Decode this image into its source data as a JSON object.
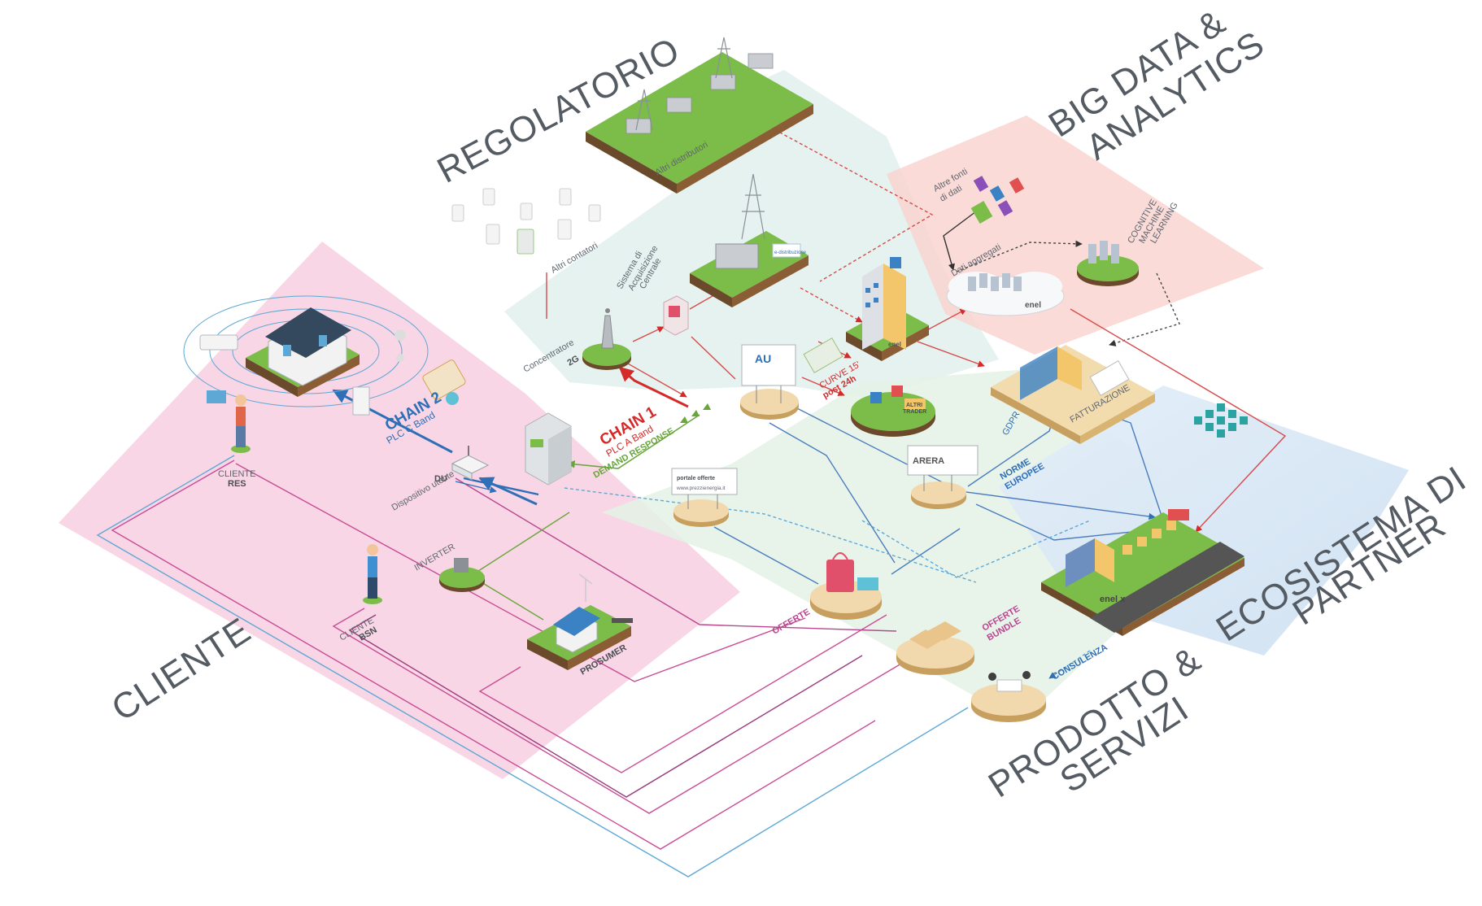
{
  "zones": {
    "regolatorio": "REGOLATORIO",
    "big_data_line1": "BIG DATA &",
    "big_data_line2": "ANALYTICS",
    "cliente": "CLIENTE",
    "prodotto_line1": "PRODOTTO &",
    "prodotto_line2": "SERVIZI",
    "ecosistema_line1": "ECOSISTEMA DI",
    "ecosistema_line2": "PARTNER"
  },
  "labels": {
    "altri_distributori": "Altri distributori",
    "altri_contatori": "Altri contatori",
    "sistema_line1": "Sistema di",
    "sistema_line2": "Acquisizione",
    "sistema_line3": "Centrale",
    "concentratore_line1": "Concentratore",
    "concentratore_line2": "2G",
    "altre_fonti_line1": "Altre fonti",
    "altre_fonti_line2": "di dati",
    "dati_aggregati": "Dati aggregati",
    "cognitive_line1": "COGNITIVE",
    "cognitive_line2": "MACHINE",
    "cognitive_line3": "LEARNING",
    "chain1": "CHAIN 1",
    "chain1_plc": "PLC A Band",
    "demand_response": "DEMAND RESPONSE",
    "chain2": "CHAIN 2",
    "chain2_plc": "PLC C Band",
    "du_line1": "DU",
    "du_line2": "Dispositivo utente",
    "cliente_res_line1": "CLIENTE",
    "cliente_res_line2": "RES",
    "cliente_bsn_line1": "CLIENTE",
    "cliente_bsn_line2": "BSN",
    "inverter": "INVERTER",
    "prosumer": "PROSUMER",
    "curve_line1": "CURVE 15'",
    "curve_line2": "post 24h",
    "altri_trader_line1": "ALTRI",
    "altri_trader_line2": "TRADER",
    "fatturazione": "FATTURAZIONE",
    "gdpr": "GDPR",
    "norme_line1": "NORME",
    "norme_line2": "EUROPEE",
    "offerte": "OFFERTE",
    "offerte_bundle_line1": "OFFERTE",
    "offerte_bundle_line2": "BUNDLE",
    "consulenza": "CONSULENZA",
    "au_logo": "AU",
    "arera_logo": "ARERA",
    "portale_offerte": "portale offerte",
    "prezzi_url": "www.prezzienergia.it",
    "enel": "enel",
    "enel_x": "enel x",
    "e_distribuzione": "e-distribuzione"
  },
  "colors": {
    "cliente_zone": "#f7cfe0",
    "regolatorio_zone": "#e2f1ee",
    "bigdata_zone": "#f9d5d0",
    "prodotto_zone": "#e4f2e6",
    "ecosistema_zone": "#d9e7f4",
    "chain1_red": "#d42a2a",
    "chain2_blue": "#2f6fb7",
    "demand_green": "#68a63a",
    "grass": "#7cbc48"
  }
}
